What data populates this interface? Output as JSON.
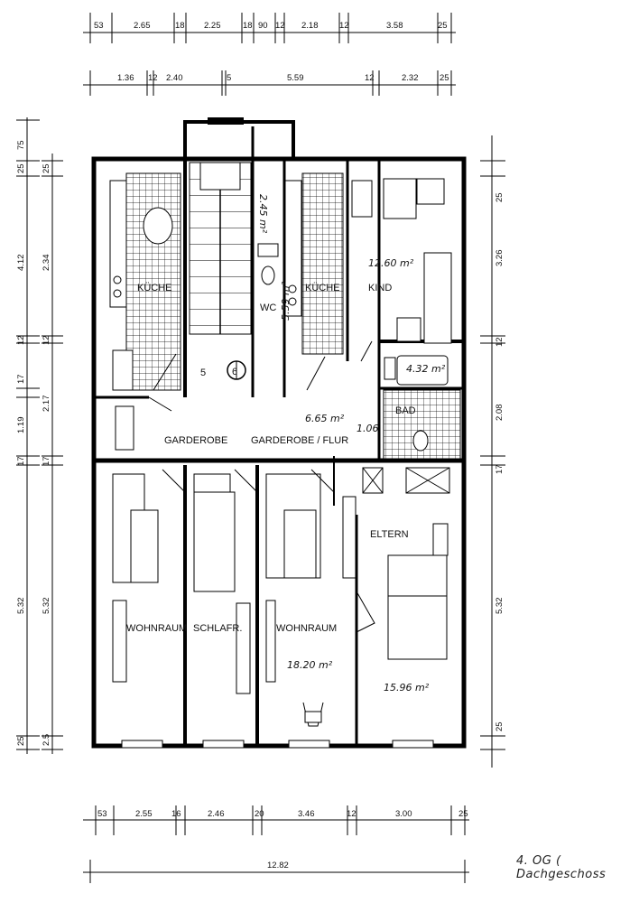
{
  "rooms": {
    "kueche_left": "KÜCHE",
    "kueche_right": "KÜCHE",
    "wc": "WC",
    "kind": "KIND",
    "bad": "BAD",
    "garderobe": "GARDEROBE",
    "garderobe_flur": "GARDEROBE / FLUR",
    "eltern": "ELTERN",
    "wohnraum_left": "WOHNRAUM",
    "schlafr": "SCHLAFR.",
    "wohnraum_right": "WOHNRAUM"
  },
  "areas": {
    "kind": "12.60 m²",
    "bad": "4.32 m²",
    "flur": "6.65 m²",
    "flur_extra": "1.06",
    "wohnraum": "18.20 m²",
    "eltern": "15.96 m²",
    "wc": "2.45 m²",
    "kueche_right": "5.59 m²"
  },
  "stair_numbers": {
    "s5": "5",
    "s6": "6"
  },
  "dims_top_row1": [
    "53",
    "2.65",
    "18",
    "2.25",
    "18",
    "90",
    "12",
    "2.18",
    "12",
    "3.58",
    "25"
  ],
  "dims_top_row2": [
    "1.36",
    "12",
    "2.40",
    "5",
    "5.59",
    "12",
    "2.32",
    "25"
  ],
  "dims_left_outer": [
    "75",
    "25",
    "4.12",
    "12",
    "17",
    "1.19",
    "17",
    "5.32",
    "25"
  ],
  "dims_left_inner": [
    "25",
    "2.34",
    "12",
    "2.17",
    "17",
    "5.32",
    "2.5"
  ],
  "dims_right": [
    "25",
    "3.26",
    "12",
    "2.08",
    "17",
    "5.32",
    "25"
  ],
  "dims_bottom_row1": [
    "53",
    "2.55",
    "16",
    "2.46",
    "20",
    "3.46",
    "12",
    "3.00",
    "25"
  ],
  "dims_bottom_total": "12.82",
  "floor_note": "4. OG ( Dachgeschoss"
}
